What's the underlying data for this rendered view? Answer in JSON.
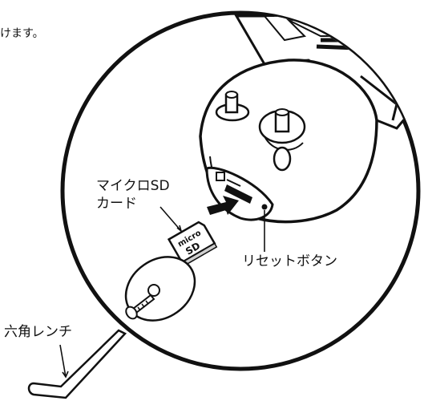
{
  "instruction_fragment": "けます。",
  "labels": {
    "microsd_line1": "マイクロSD",
    "microsd_line2": "カード",
    "reset_button": "リセットボタン",
    "hex_wrench": "六角レンチ"
  },
  "card_print": {
    "micro": "micro",
    "sd": "SD"
  },
  "colors": {
    "ink": "#111111",
    "paper": "#ffffff",
    "shade": "#cfcfcf"
  }
}
